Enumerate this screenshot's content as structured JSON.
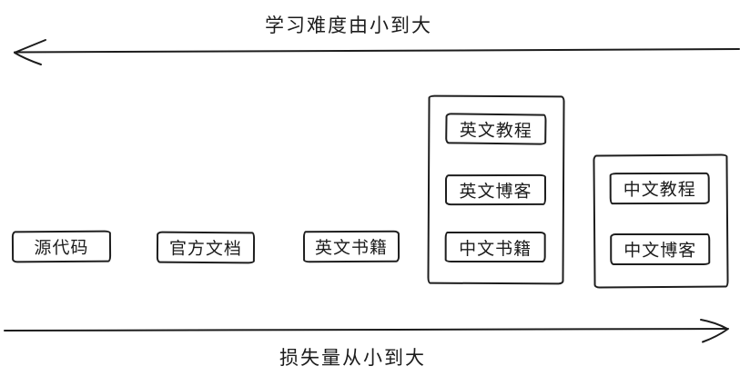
{
  "canvas": {
    "background": "#ffffff",
    "ink": "#1c1c1c"
  },
  "axes": {
    "difficulty": {
      "label": "学习难度由小到大",
      "direction": "left"
    },
    "loss": {
      "label": "损失量从小到大",
      "direction": "right"
    }
  },
  "nodes": [
    {
      "id": "source-code",
      "label": "源代码"
    },
    {
      "id": "official-docs",
      "label": "官方文档"
    },
    {
      "id": "english-books",
      "label": "英文书籍"
    }
  ],
  "groups": [
    {
      "id": "group-harder",
      "items": [
        {
          "id": "english-tutorials",
          "label": "英文教程"
        },
        {
          "id": "english-blogs",
          "label": "英文博客"
        },
        {
          "id": "chinese-books",
          "label": "中文书籍"
        }
      ]
    },
    {
      "id": "group-hardest",
      "items": [
        {
          "id": "chinese-tutorials",
          "label": "中文教程"
        },
        {
          "id": "chinese-blogs",
          "label": "中文博客"
        }
      ]
    }
  ]
}
